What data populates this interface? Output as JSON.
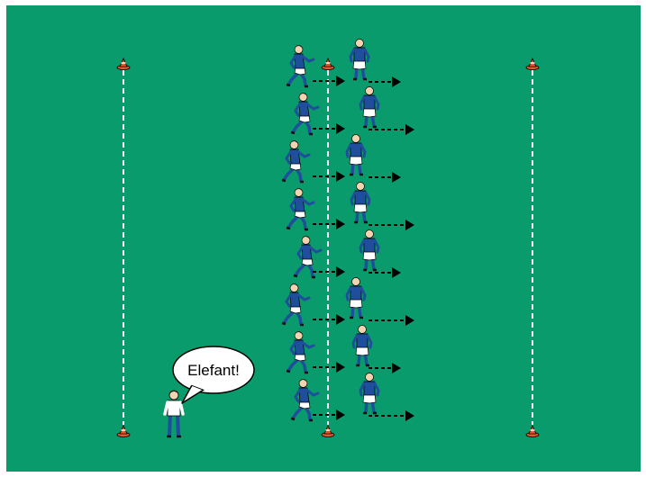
{
  "colors": {
    "field": "#0a9b6c",
    "line": "#ffffff",
    "cone": "#e8562a",
    "shirt": "#1f4e9c",
    "shorts": "#ffffff",
    "arrow": "#000000",
    "coach_shirt": "#ffffff",
    "coach_pants": "#1f4e9c"
  },
  "icons": [
    "cone-icon",
    "player-icon",
    "coach-icon",
    "speech-bubble-icon",
    "arrow-icon"
  ],
  "speech": {
    "text": "Elefant!"
  },
  "left_column_players": 8,
  "right_column_players": 8
}
